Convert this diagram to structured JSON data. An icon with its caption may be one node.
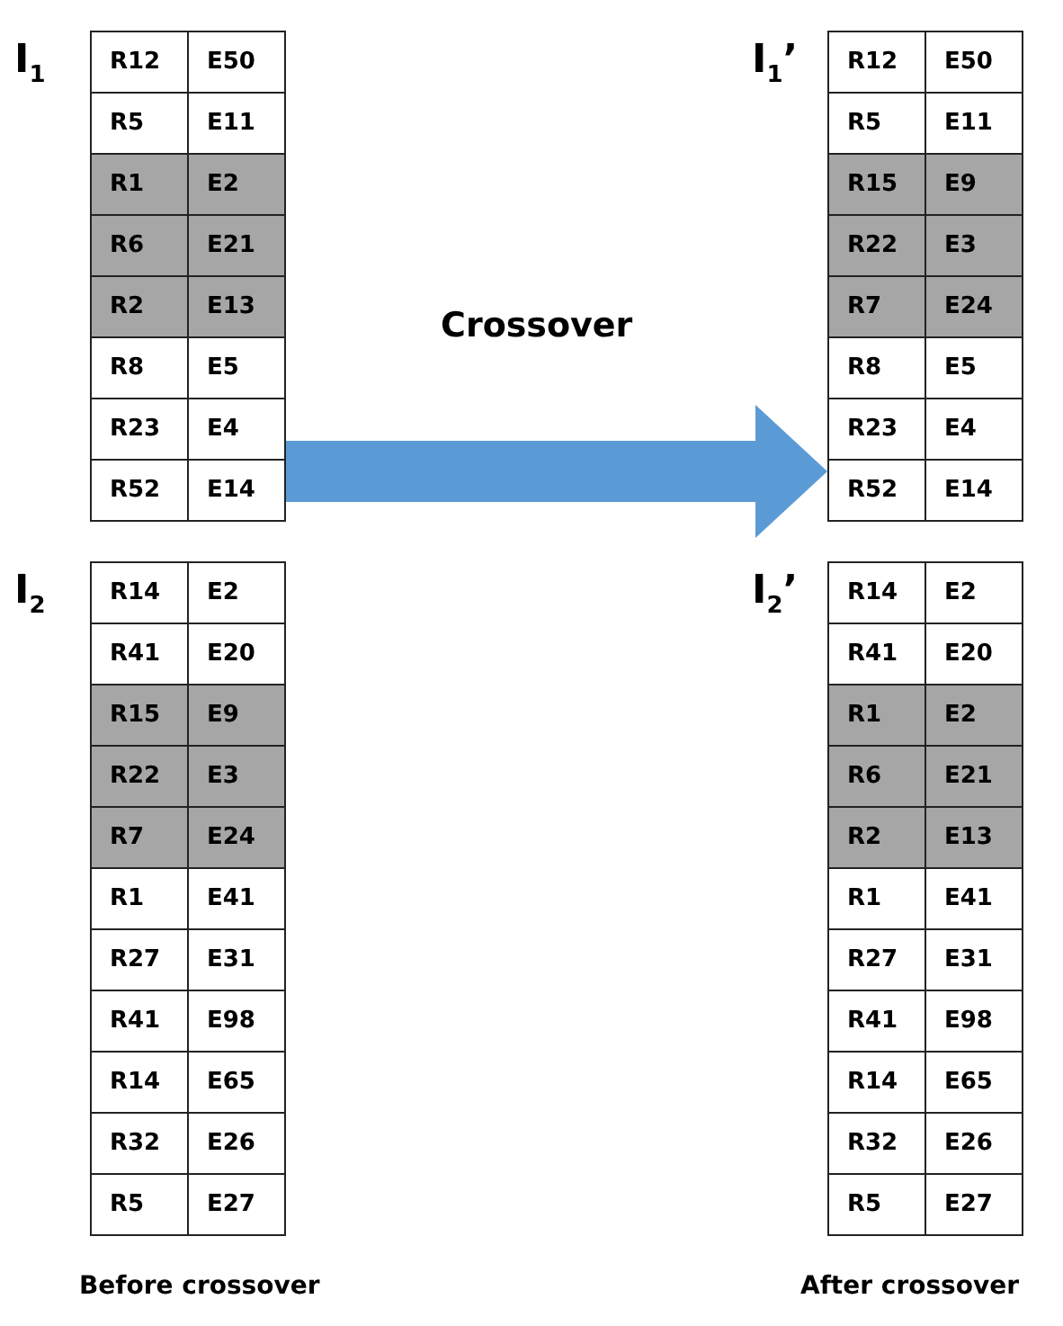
{
  "diagram": {
    "nodes": [
      {
        "text": [
          "I$_{1}$",
          "R12",
          "E50",
          "R5",
          "E11",
          "R1",
          "E2",
          "R6",
          "E21",
          "R2",
          "E13",
          "R8",
          "E5",
          "R23",
          "E4",
          "R52",
          "E14"
        ]
      },
      {
        "text": [
          "I$_{2}$",
          "R14",
          "E2",
          "R41",
          "E20",
          "R15",
          "E9",
          "R22",
          "E3",
          "R7",
          "E24",
          "R1",
          "E41",
          "R27",
          "E31",
          "R41",
          "E98",
          "R14",
          "E65",
          "R32",
          "E26",
          "R5",
          "E27"
        ]
      },
      {
        "text": [
          "I$_{1}$’",
          "R12",
          "E50",
          "R5",
          "E11",
          "R15",
          "E9",
          "R22",
          "E3",
          "R7",
          "E24",
          "R8",
          "E5",
          "R23",
          "E4",
          "R52",
          "E14"
        ]
      },
      {
        "text": [
          "I$_{2}$’",
          "R14",
          "E2",
          "R41",
          "E20",
          "R1",
          "E2",
          "R6",
          "E21",
          "R2",
          "E13",
          "R1",
          "E41",
          "R27",
          "E31",
          "R41",
          "E98",
          "R14",
          "E65",
          "R32",
          "E26",
          "R5",
          "E27"
        ]
      }
    ],
    "edges": [
      {
        "from": 0,
        "to": 2,
        "arrow": "to",
        "label": "Crossover",
        "color": "#5b9bd5"
      }
    ],
    "labels": [
      "Before crossover",
      "After crossover"
    ]
  }
}
